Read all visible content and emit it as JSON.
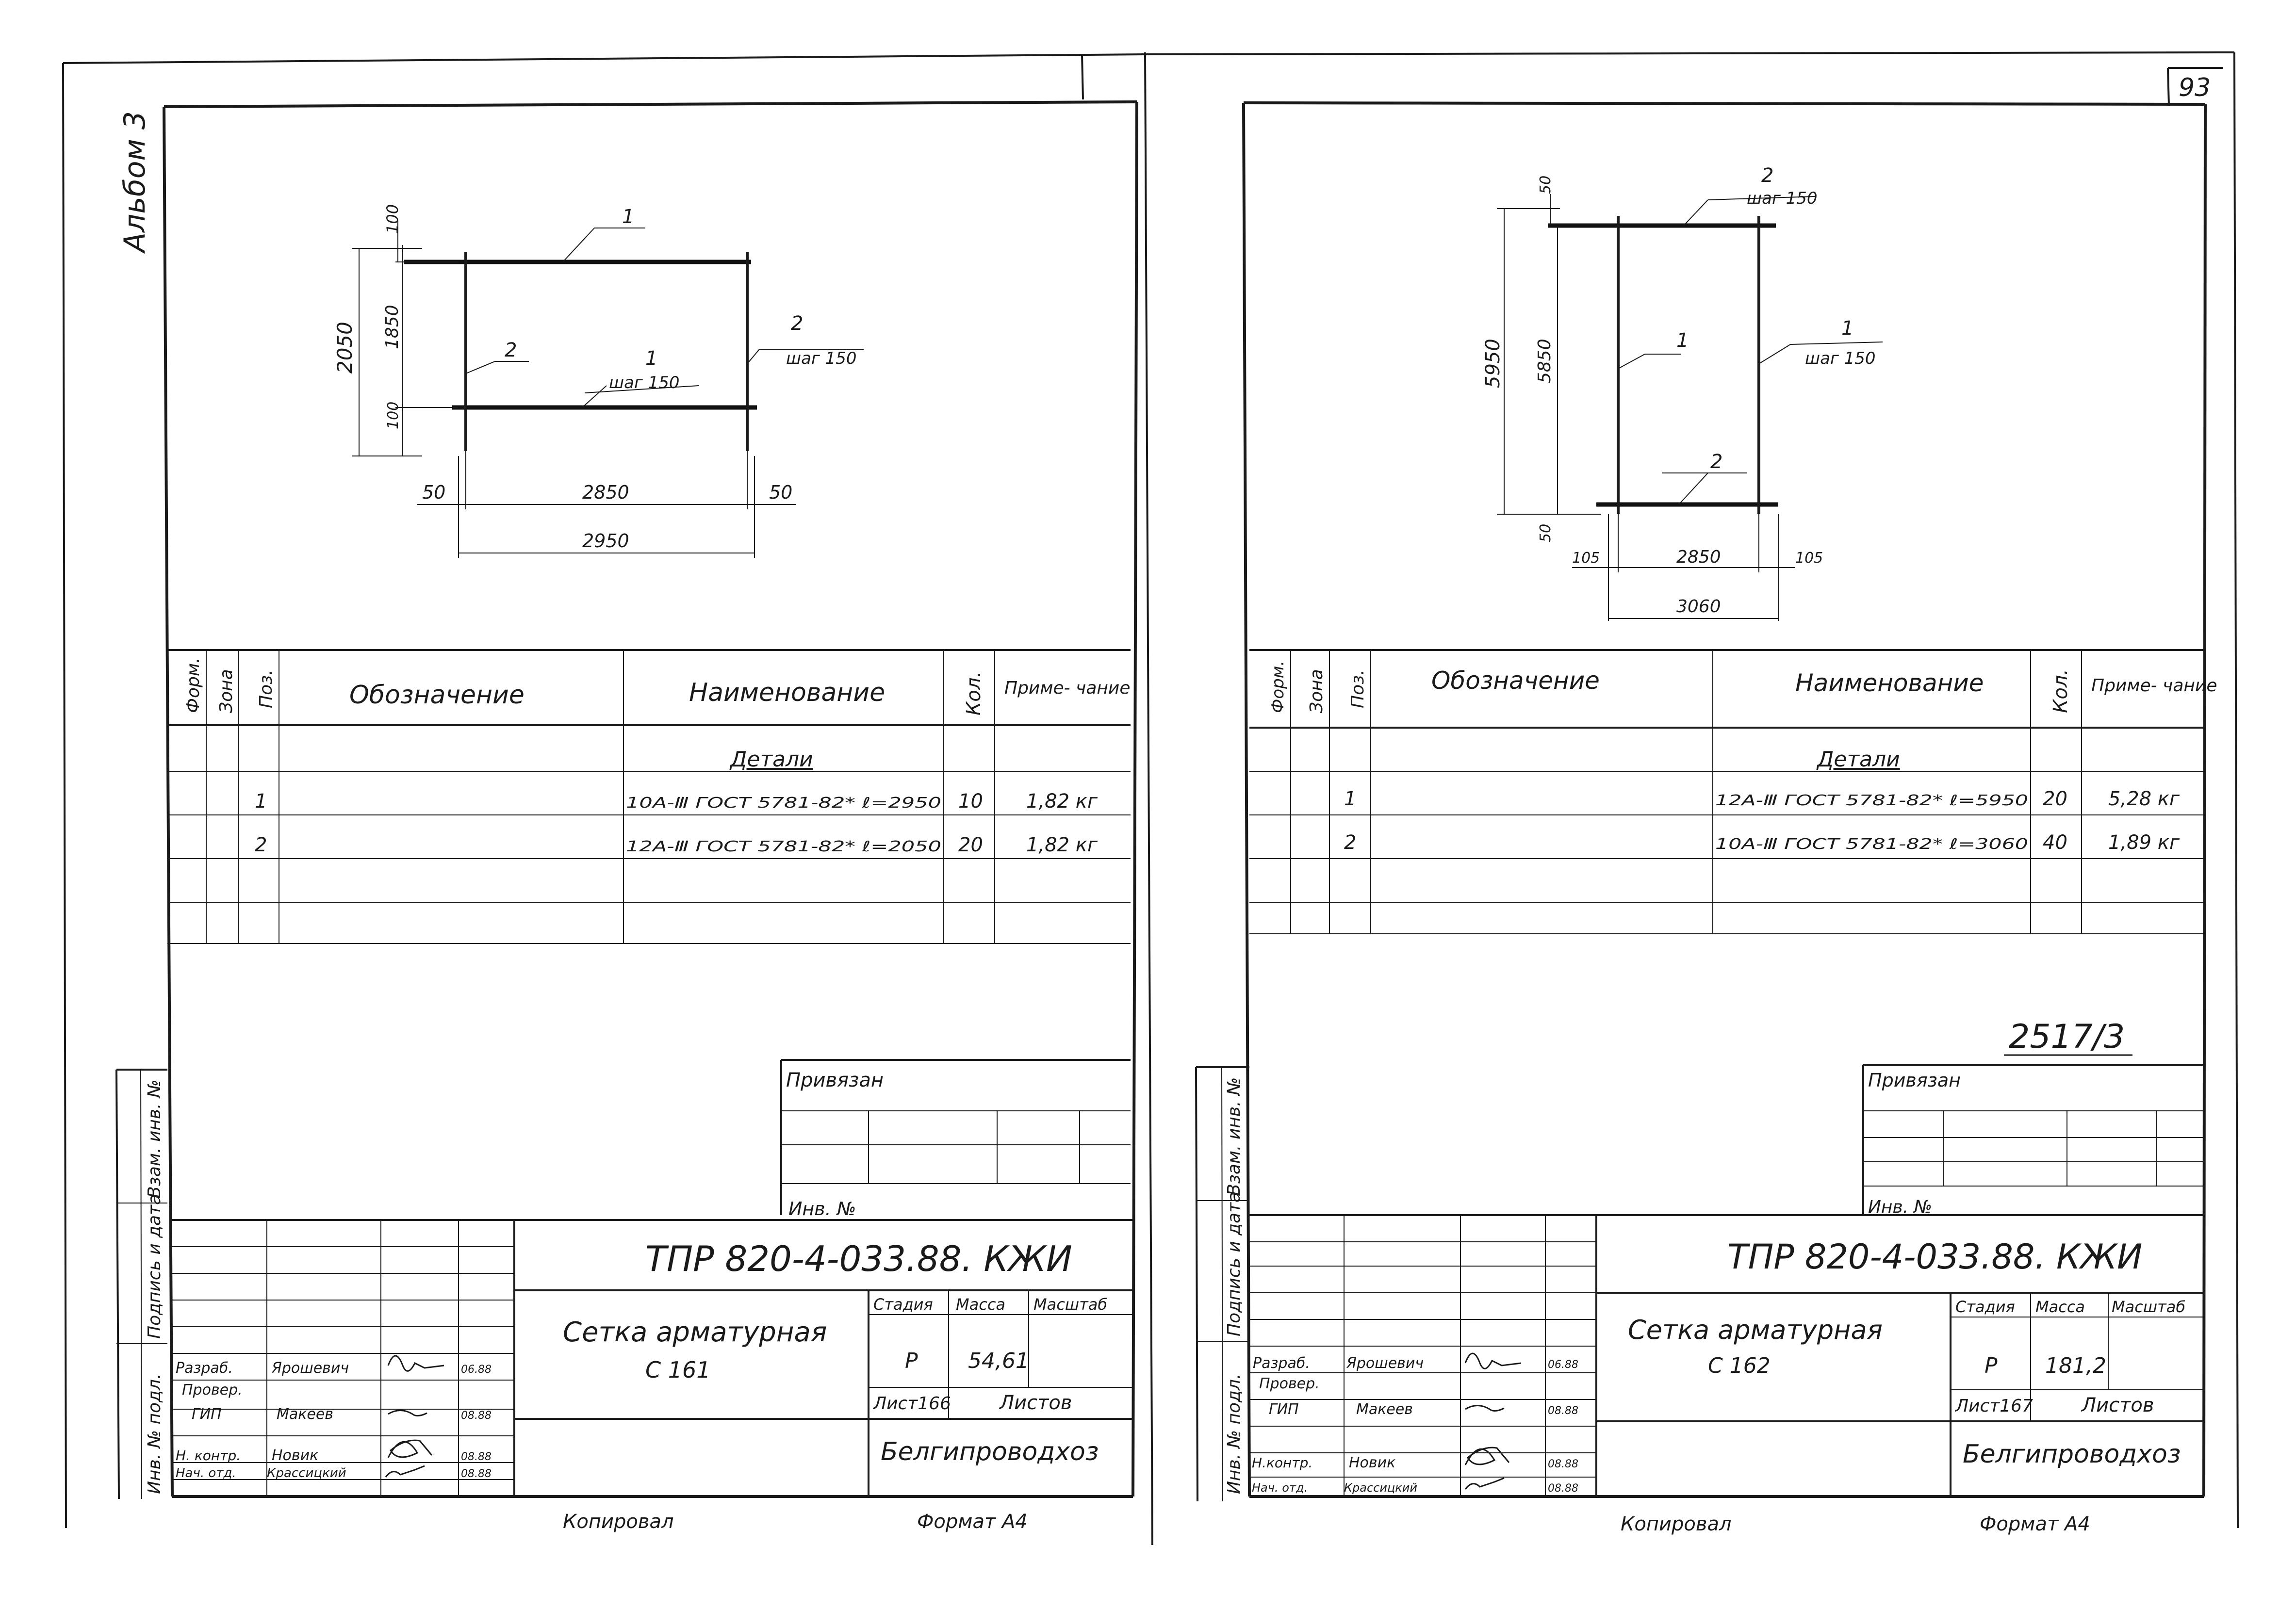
{
  "page_number": "93",
  "album_label": "Альбом 3",
  "left_sheet": {
    "drawing": {
      "dim_total_height": "2050",
      "dim_top": "100",
      "dim_mid": "1850",
      "dim_bottom": "100",
      "dim_left_overhang": "50",
      "dim_inner_width": "2850",
      "dim_right_overhang": "50",
      "dim_total_width": "2950",
      "callout_top_pos": "1",
      "callout_mid_pos": "1",
      "callout_mid_step": "шаг 150",
      "callout_left_pos": "2",
      "callout_right_pos": "2",
      "callout_right_step": "шаг 150"
    },
    "spec": {
      "headers": {
        "format": "Форм.",
        "zone": "Зона",
        "pos": "Поз.",
        "designation": "Обозначение",
        "name": "Наименование",
        "qty": "Кол.",
        "note": "Приме- чание"
      },
      "section_title": "Детали",
      "rows": [
        {
          "pos": "1",
          "name": "10А-Ⅲ ГОСТ 5781-82* ℓ=2950",
          "qty": "10",
          "note": "1,82 кг"
        },
        {
          "pos": "2",
          "name": "12А-Ⅲ ГОСТ 5781-82* ℓ=2050",
          "qty": "20",
          "note": "1,82 кг"
        }
      ]
    },
    "side_stamp": {
      "inv_orig": "Инв. № подл.",
      "sign_date": "Подпись и дата",
      "inv_replace": "Взам. инв. №"
    },
    "binding": {
      "label": "Привязан",
      "inv": "Инв. №"
    },
    "title_block": {
      "code": "ТПР 820-4-033.88.  КЖИ",
      "title_line1": "Сетка арматурная",
      "title_line2": "С 161",
      "stage_label": "Стадия",
      "mass_label": "Масса",
      "scale_label": "Масштаб",
      "stage": "Р",
      "mass": "54,61",
      "sheet_label": "Лист166",
      "sheets_label": "Листов",
      "org": "Белгипроводхоз",
      "roles": [
        {
          "role": "Разраб.",
          "name": "Ярошевич",
          "date": "06.88"
        },
        {
          "role": "Провер.",
          "name": "",
          "date": ""
        },
        {
          "role": "ГИП",
          "name": "Макеев",
          "date": "08.88"
        },
        {
          "role": "Н. контр.",
          "name": "Новик",
          "date": "08.88"
        },
        {
          "role": "Нач. отд.",
          "name": "Крассицкий",
          "date": "08.88"
        }
      ]
    },
    "footer": {
      "copied": "Копировал",
      "format": "Формат А4"
    }
  },
  "right_sheet": {
    "drawing": {
      "dim_total_height": "5950",
      "dim_top": "50",
      "dim_mid": "5850",
      "dim_bottom": "50",
      "dim_left_overhang": "105",
      "dim_inner_width": "2850",
      "dim_right_overhang": "105",
      "dim_total_width": "3060",
      "callout_top_pos": "2",
      "callout_top_step": "шаг 150",
      "callout_right_pos": "1",
      "callout_right_step": "шаг 150",
      "callout_left_pos": "1",
      "callout_bottom_pos": "2"
    },
    "spec": {
      "headers": {
        "format": "Форм.",
        "zone": "Зона",
        "pos": "Поз.",
        "designation": "Обозначение",
        "name": "Наименование",
        "qty": "Кол.",
        "note": "Приме- чание"
      },
      "section_title": "Детали",
      "rows": [
        {
          "pos": "1",
          "name": "12А-Ⅲ ГОСТ 5781-82* ℓ=5950",
          "qty": "20",
          "note": "5,28 кг"
        },
        {
          "pos": "2",
          "name": "10А-Ⅲ ГОСТ 5781-82* ℓ=3060",
          "qty": "40",
          "note": "1,89 кг"
        }
      ]
    },
    "side_stamp": {
      "inv_orig": "Инв. № подл.",
      "sign_date": "Подпись и дата",
      "inv_replace": "Взам. инв. №"
    },
    "doc_number": "2517/3",
    "binding": {
      "label": "Привязан",
      "inv": "Инв. №"
    },
    "title_block": {
      "code": "ТПР 820-4-033.88.  КЖИ",
      "title_line1": "Сетка арматурная",
      "title_line2": "С 162",
      "stage_label": "Стадия",
      "mass_label": "Масса",
      "scale_label": "Масштаб",
      "stage": "Р",
      "mass": "181,2",
      "sheet_label": "Лист167",
      "sheets_label": "Листов",
      "org": "Белгипроводхоз",
      "roles": [
        {
          "role": "Разраб.",
          "name": "Ярошевич",
          "date": "06.88"
        },
        {
          "role": "Провер.",
          "name": "",
          "date": ""
        },
        {
          "role": "ГИП",
          "name": "Макеев",
          "date": "08.88"
        },
        {
          "role": "Н.контр.",
          "name": "Новик",
          "date": "08.88"
        },
        {
          "role": "Нач. отд.",
          "name": "Крассицкий",
          "date": "08.88"
        }
      ]
    },
    "footer": {
      "copied": "Копировал",
      "format": "Формат А4"
    }
  }
}
